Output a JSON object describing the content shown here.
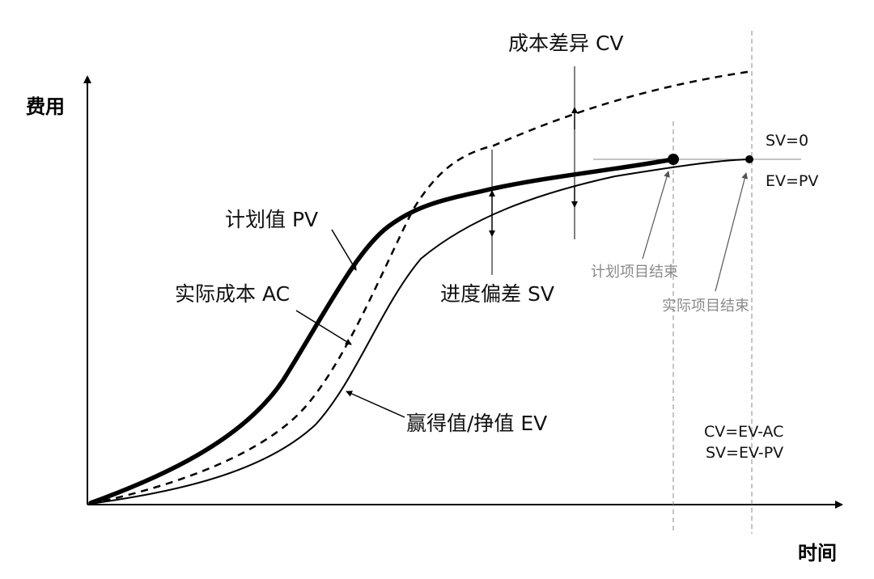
{
  "axes": {
    "y_label": "费用",
    "x_label": "时间"
  },
  "curves": {
    "pv_label": "计划值 PV",
    "ac_label": "实际成本 AC",
    "ev_label": "赢得值/挣值 EV"
  },
  "variances": {
    "cv_label": "成本差异 CV",
    "sv_label": "进度偏差 SV"
  },
  "milestones": {
    "planned_end": "计划项目结束",
    "actual_end": "实际项目结束"
  },
  "annotations": {
    "sv_zero": "SV=0",
    "ev_pv": "EV=PV",
    "cv_formula": "CV=EV-AC",
    "sv_formula": "SV=EV-PV"
  },
  "colors": {
    "line": "#000000",
    "guide": "#8a8a8a",
    "text": "#111111",
    "gray_text": "#8a8a8a"
  }
}
